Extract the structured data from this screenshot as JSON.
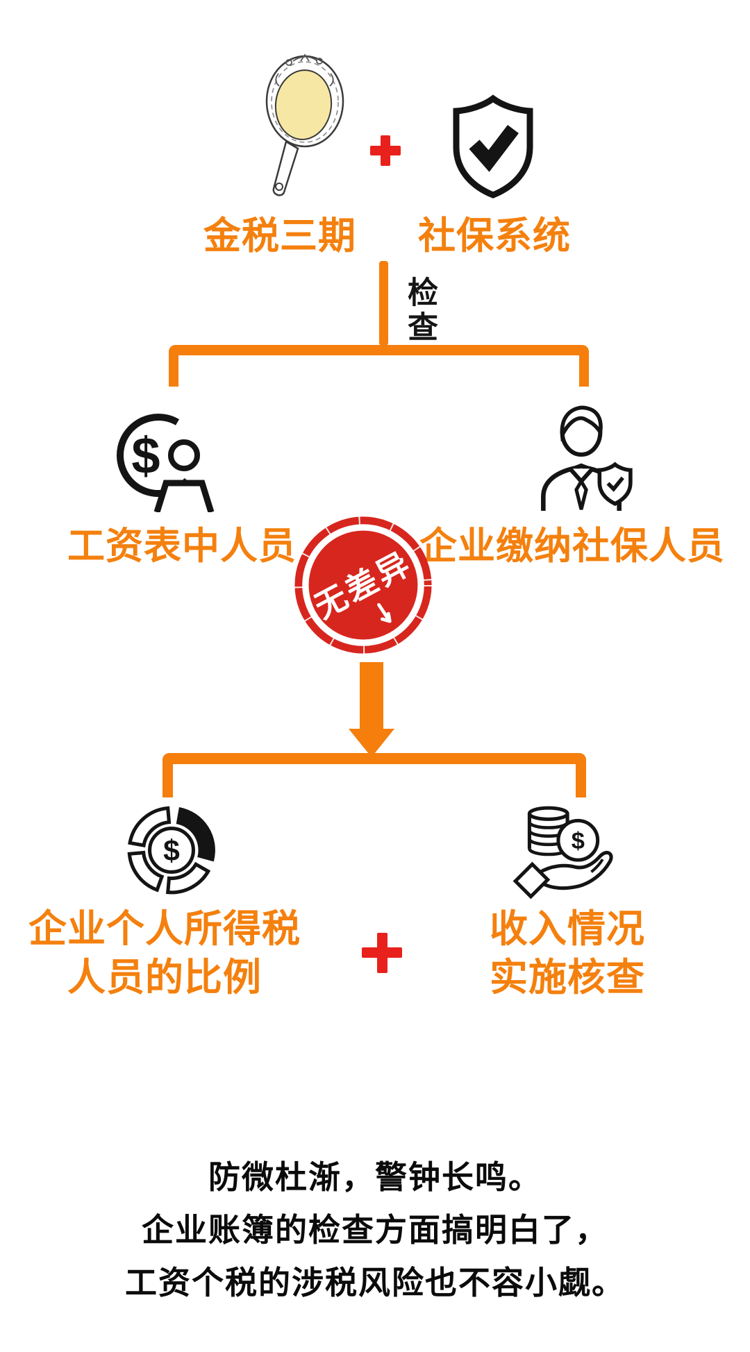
{
  "colors": {
    "accent_orange": "#F57E0D",
    "plus_red": "#E8211C",
    "stamp_red": "#D7261E",
    "ink": "#141414",
    "mirror_glass": "#F6E8A4"
  },
  "icons": {
    "dollar_glyph": "$",
    "top_left": "hand-mirror",
    "top_right": "shield-check",
    "mid_left": "payroll-coin-person",
    "mid_right": "businessman-shield",
    "bottom_left": "donut-chart-dollar",
    "bottom_right": "coins-in-hand"
  },
  "flowchart": {
    "inputs": {
      "plus": "+",
      "left": {
        "label": "金税三期"
      },
      "right": {
        "label": "社保系统"
      }
    },
    "connector": {
      "label": "检查"
    },
    "comparison": {
      "left": {
        "label": "工资表中人员"
      },
      "right": {
        "label": "企业缴纳社保人员"
      },
      "stamp": {
        "label": "无差异"
      }
    },
    "outcome": {
      "plus": "+",
      "left": {
        "line1": "企业个人所得税",
        "line2": "人员的比例"
      },
      "right": {
        "line1": "收入情况",
        "line2": "实施核查"
      }
    }
  },
  "footer": {
    "line1": "防微杜渐，警钟长鸣。",
    "line2": "企业账簿的检查方面搞明白了，",
    "line3": "工资个税的涉税风险也不容小觑。"
  }
}
